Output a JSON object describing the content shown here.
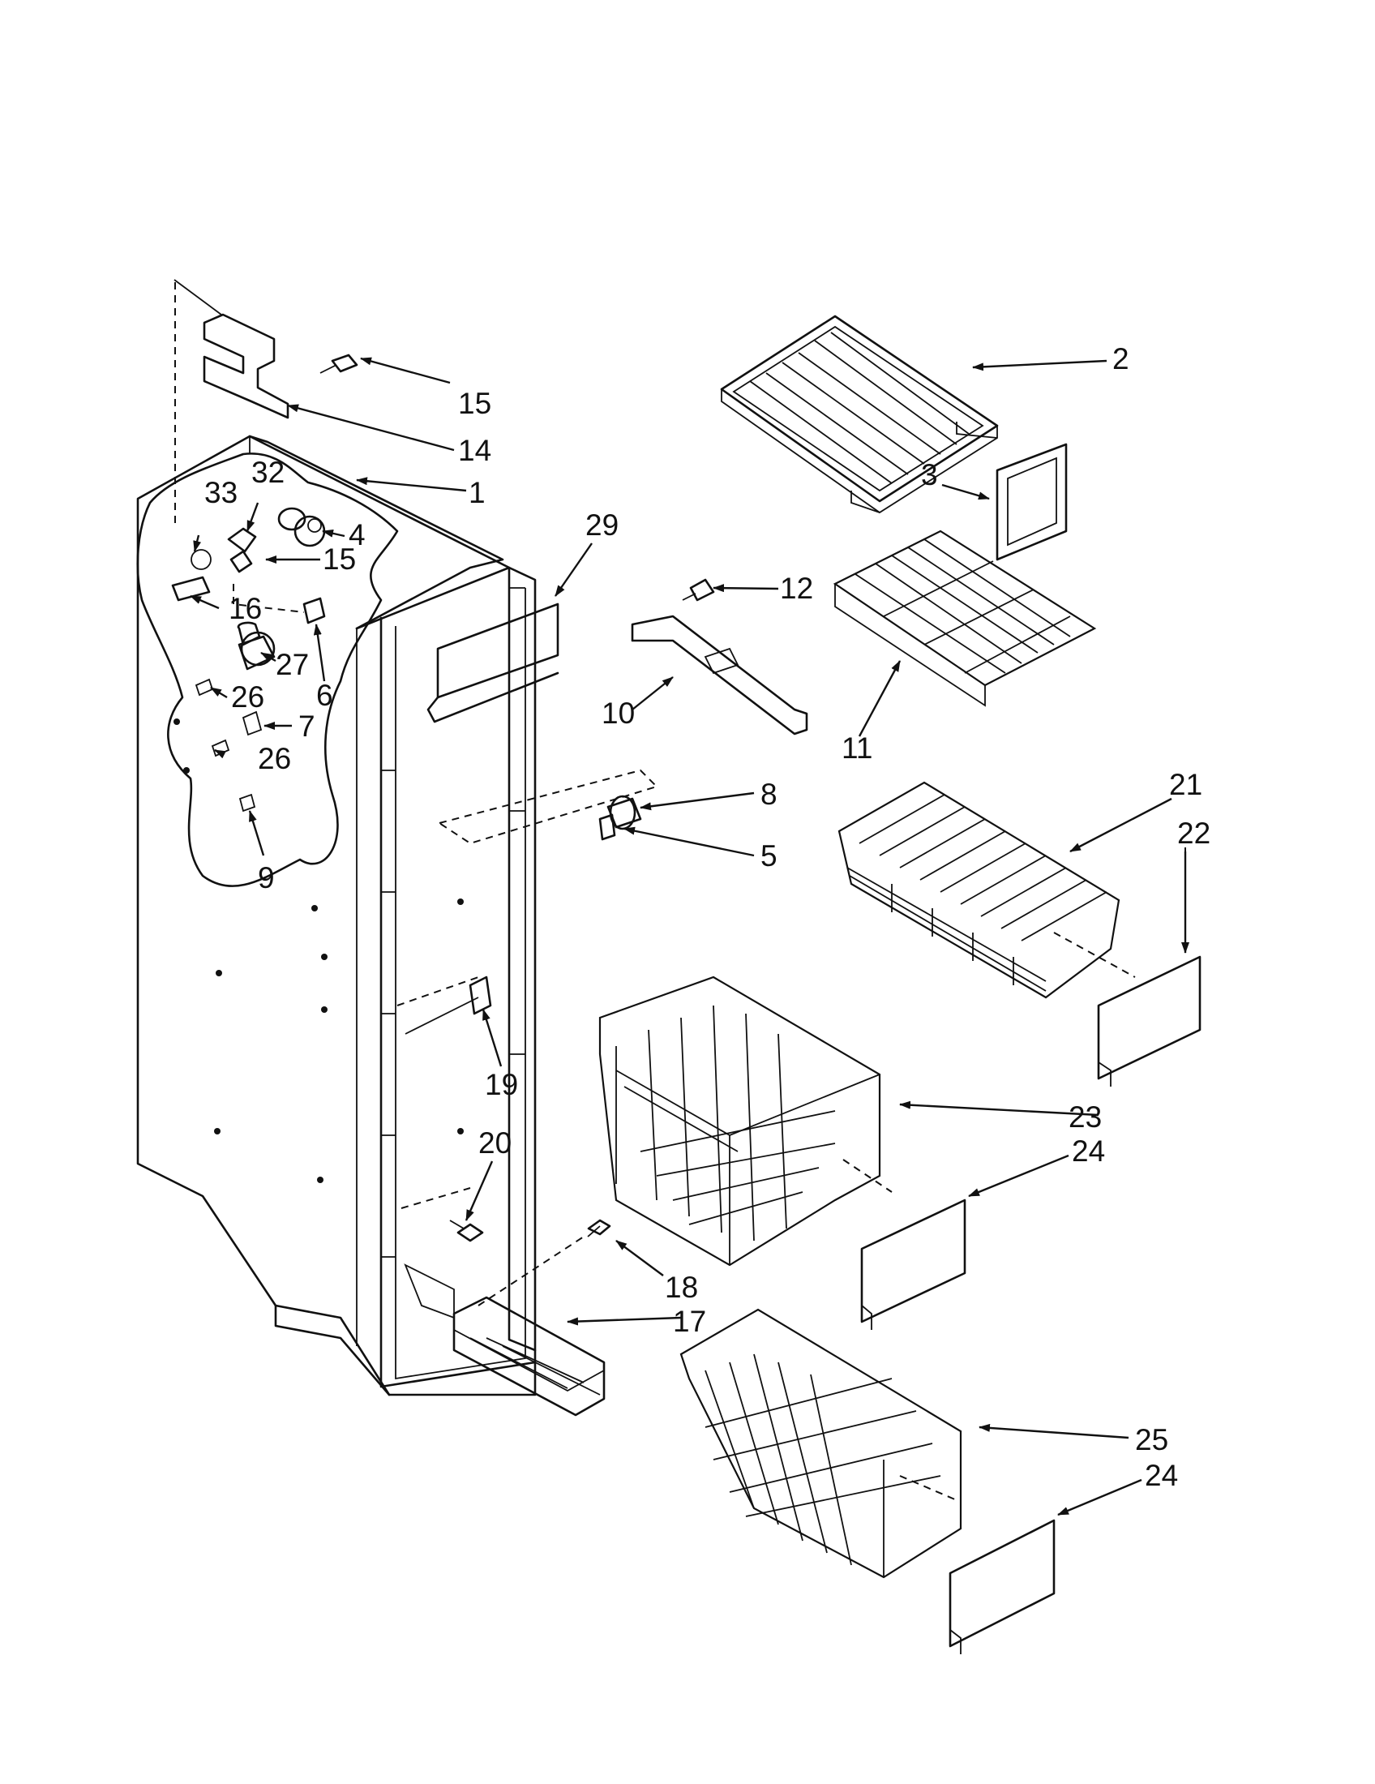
{
  "callouts": [
    {
      "id": "c1",
      "label": "1"
    },
    {
      "id": "c2",
      "label": "2"
    },
    {
      "id": "c3",
      "label": "3"
    },
    {
      "id": "c4",
      "label": "4"
    },
    {
      "id": "c5",
      "label": "5"
    },
    {
      "id": "c6",
      "label": "6"
    },
    {
      "id": "c7",
      "label": "7"
    },
    {
      "id": "c8",
      "label": "8"
    },
    {
      "id": "c9",
      "label": "9"
    },
    {
      "id": "c10",
      "label": "10"
    },
    {
      "id": "c11",
      "label": "11"
    },
    {
      "id": "c12",
      "label": "12"
    },
    {
      "id": "c14",
      "label": "14"
    },
    {
      "id": "c15a",
      "label": "15"
    },
    {
      "id": "c15b",
      "label": "15"
    },
    {
      "id": "c16",
      "label": "16"
    },
    {
      "id": "c17",
      "label": "17"
    },
    {
      "id": "c18",
      "label": "18"
    },
    {
      "id": "c19",
      "label": "19"
    },
    {
      "id": "c20",
      "label": "20"
    },
    {
      "id": "c21",
      "label": "21"
    },
    {
      "id": "c22",
      "label": "22"
    },
    {
      "id": "c23",
      "label": "23"
    },
    {
      "id": "c24a",
      "label": "24"
    },
    {
      "id": "c24b",
      "label": "24"
    },
    {
      "id": "c25",
      "label": "25"
    },
    {
      "id": "c26a",
      "label": "26"
    },
    {
      "id": "c26b",
      "label": "26"
    },
    {
      "id": "c27",
      "label": "27"
    },
    {
      "id": "c29",
      "label": "29"
    },
    {
      "id": "c32",
      "label": "32"
    },
    {
      "id": "c33",
      "label": "33"
    }
  ]
}
